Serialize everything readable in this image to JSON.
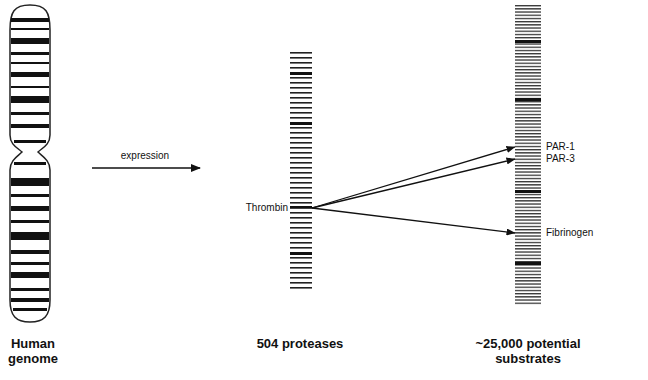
{
  "diagram": {
    "nodes": [
      {
        "text": [
          "Thrombin"
        ]
      },
      {
        "text": [
          "PAR-1"
        ]
      },
      {
        "text": [
          "PAR-3"
        ]
      },
      {
        "text": [
          "Fibrinogen"
        ]
      }
    ],
    "edges": [
      {
        "from": 0,
        "to": 1,
        "arrow": "to"
      },
      {
        "from": 0,
        "to": 2,
        "arrow": "to"
      },
      {
        "from": 0,
        "to": 3,
        "arrow": "to"
      }
    ],
    "labels": [
      "expression",
      "Human genome",
      "504 proteases",
      "~25,000 potential substrates"
    ]
  }
}
